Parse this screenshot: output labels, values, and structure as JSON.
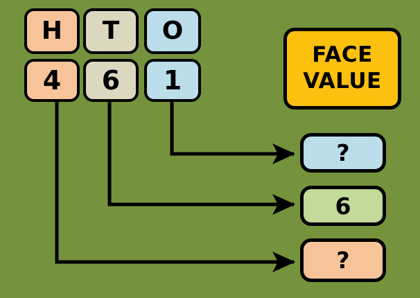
{
  "background_color": "#75933c",
  "place_value_headers": [
    {
      "label": "H",
      "color": "#f7c49a",
      "name": "hundreds"
    },
    {
      "label": "T",
      "color": "#dcd8c0",
      "name": "tens"
    },
    {
      "label": "O",
      "color": "#bbdeea",
      "name": "ones"
    }
  ],
  "digits": [
    {
      "value": "4",
      "color": "#f7c49a",
      "name": "hundreds-digit"
    },
    {
      "value": "6",
      "color": "#dcd8c0",
      "name": "tens-digit"
    },
    {
      "value": "1",
      "color": "#bbdeea",
      "name": "ones-digit"
    }
  ],
  "face_value_label": {
    "line1": "FACE",
    "line2": "VALUE",
    "color": "#fcc10e"
  },
  "results": [
    {
      "value": "?",
      "color": "#bbdeea",
      "source_digit": "1",
      "name": "ones-face-value"
    },
    {
      "value": "6",
      "color": "#c3da9a",
      "source_digit": "6",
      "name": "tens-face-value"
    },
    {
      "value": "?",
      "color": "#f7c49a",
      "source_digit": "4",
      "name": "hundreds-face-value"
    }
  ],
  "connectors": [
    {
      "from": "ones-digit",
      "to": "ones-face-value"
    },
    {
      "from": "tens-digit",
      "to": "tens-face-value"
    },
    {
      "from": "hundreds-digit",
      "to": "hundreds-face-value"
    }
  ]
}
